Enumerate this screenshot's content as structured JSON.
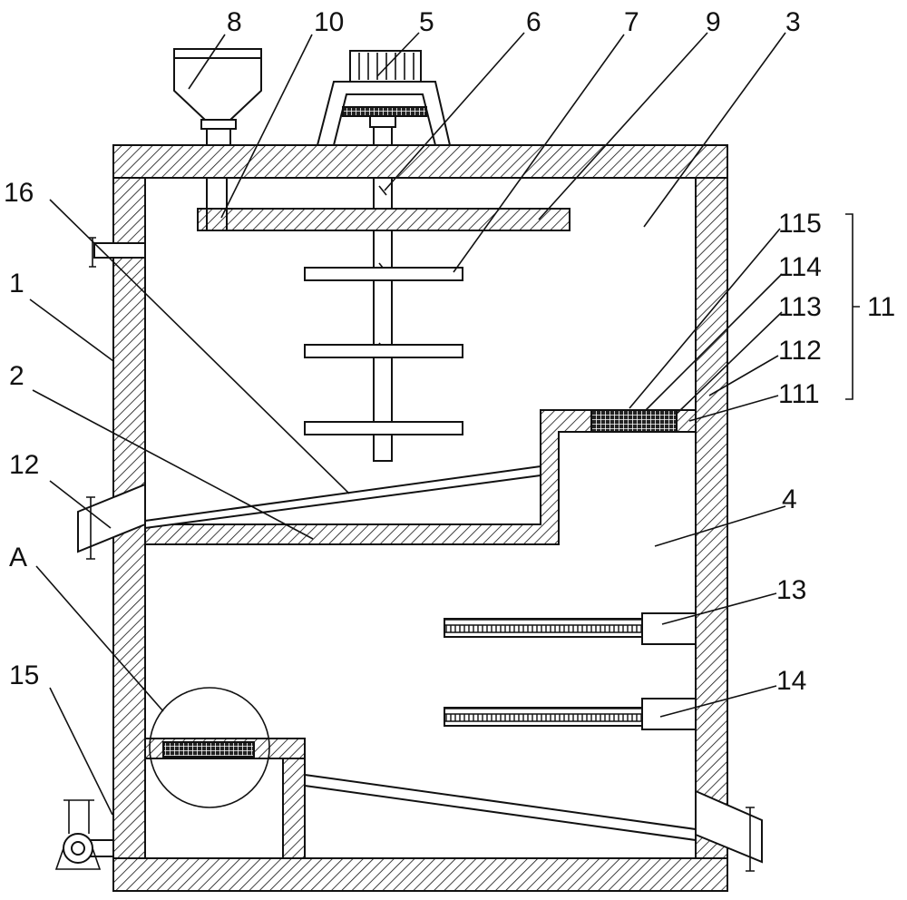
{
  "labels": {
    "l1": "1",
    "l2": "2",
    "l3": "3",
    "l4": "4",
    "l5": "5",
    "l6": "6",
    "l7": "7",
    "l8": "8",
    "l9": "9",
    "l10": "10",
    "l11": "11",
    "l12": "12",
    "l13": "13",
    "l14": "14",
    "l15": "15",
    "l16": "16",
    "l111": "111",
    "l112": "112",
    "l113": "113",
    "l114": "114",
    "l115": "115",
    "lA": "A"
  },
  "colors": {
    "stroke": "#111111",
    "background": "#ffffff"
  }
}
